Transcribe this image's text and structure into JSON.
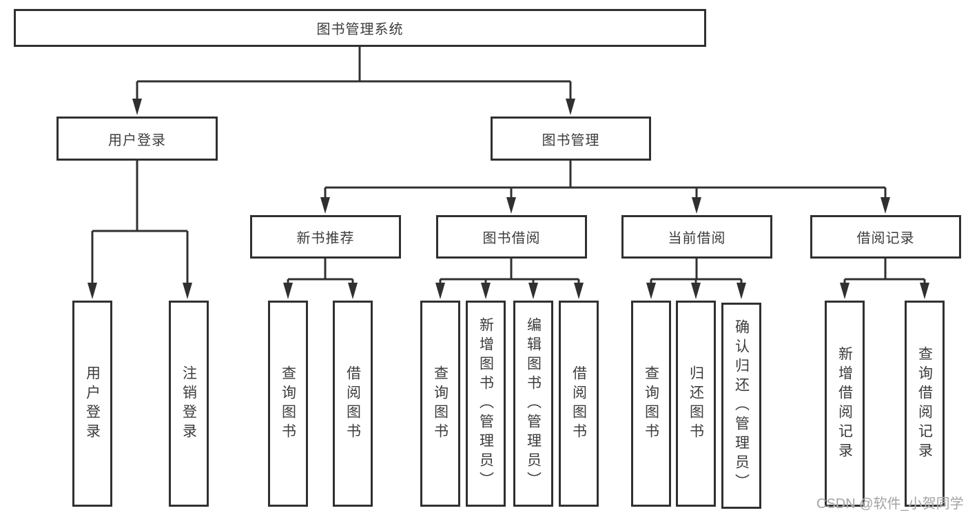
{
  "diagram": {
    "watermark": "CSDN @软件_小贺同学",
    "colors": {
      "line": "#303030",
      "text": "#3c3c3c",
      "background": "#ffffff",
      "watermark": "#a3a3a3"
    },
    "tree": {
      "label": "图书管理系统",
      "children": [
        {
          "label": "用户登录",
          "children": [
            {
              "label": "用户登录"
            },
            {
              "label": "注销登录"
            }
          ]
        },
        {
          "label": "图书管理",
          "children": [
            {
              "label": "新书推荐",
              "children": [
                {
                  "label": "查询图书"
                },
                {
                  "label": "借阅图书"
                }
              ]
            },
            {
              "label": "图书借阅",
              "children": [
                {
                  "label": "查询图书"
                },
                {
                  "label": "新增图书（管理员）"
                },
                {
                  "label": "编辑图书（管理员）"
                },
                {
                  "label": "借阅图书"
                }
              ]
            },
            {
              "label": "当前借阅",
              "children": [
                {
                  "label": "查询图书"
                },
                {
                  "label": "归还图书"
                },
                {
                  "label": "确认归还（管理员）"
                }
              ]
            },
            {
              "label": "借阅记录",
              "children": [
                {
                  "label": "新增借阅记录"
                },
                {
                  "label": "查询借阅记录"
                }
              ]
            }
          ]
        }
      ]
    }
  }
}
